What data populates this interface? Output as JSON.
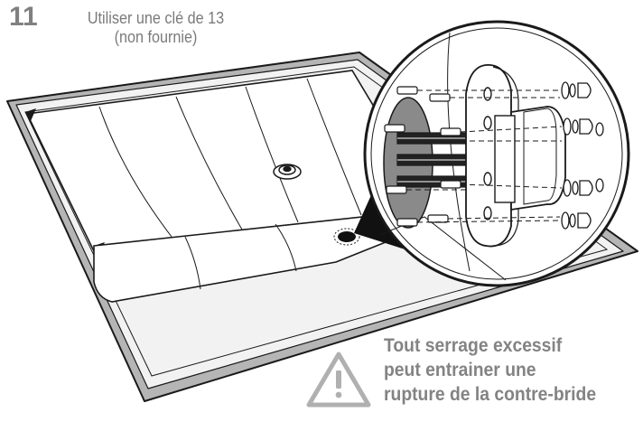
{
  "step": {
    "number": "11",
    "instruction_line1": "Utiliser une clé de 13",
    "instruction_line2": "(non fournie)"
  },
  "warning": {
    "line1": "Tout serrage excessif",
    "line2": "peut entrainer une",
    "line3": "rupture de la contre-bride",
    "icon": "warning-triangle-icon"
  },
  "colors": {
    "line": "#1a1a1a",
    "frame_gray": "#b0b0b0",
    "inner_gray": "#8a8a8a",
    "text_gray": "#808080"
  }
}
